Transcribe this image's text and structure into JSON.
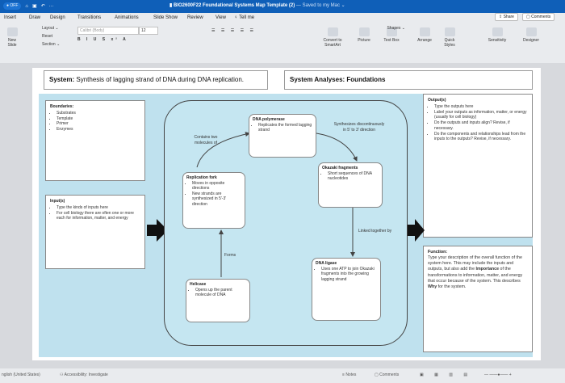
{
  "window": {
    "autosave_label": "OFF",
    "title": "BIO2600F22 Foundational Systems Map Template (2)",
    "saved_status": "Saved to my Mac"
  },
  "ribbon": {
    "tabs": [
      "Insert",
      "Draw",
      "Design",
      "Transitions",
      "Animations",
      "Slide Show",
      "Review",
      "View"
    ],
    "tell_me": "Tell me",
    "share": "Share",
    "comments": "Comments",
    "layout": "Layout",
    "reset": "Reset",
    "new_slide": "New Slide",
    "section": "Section",
    "font_name_placeholder": "Calibri (Body)",
    "font_size": "12",
    "convert_to_smartart": "Convert to SmartArt",
    "picture": "Picture",
    "text_box": "Text Box",
    "shapes": "Shapes",
    "arrange": "Arrange",
    "quick_styles": "Quick Styles",
    "sensitivity": "Sensitivity",
    "designer": "Designer"
  },
  "slide": {
    "system_label": "System:",
    "system_title": "Synthesis of lagging strand of DNA during DNA replication.",
    "analyses_title": "System Analyses: Foundations",
    "boundaries": {
      "title": "Boundaries:",
      "items": [
        "Substrates",
        "Template",
        "Primer",
        "Enzymes"
      ]
    },
    "inputs": {
      "title": "Input(s)",
      "items": [
        "Type the kinds of inputs here",
        "For cell biology there are often one or more each for information, matter, and energy"
      ]
    },
    "outputs": {
      "title": "Output(s)",
      "items": [
        "Type the outputs here",
        "Label your outputs as information, matter, or energy (usually for cell biology)",
        "Do the outputs and inputs align? Revise, if necessary.",
        "Do the components and relationships lead from the inputs to the outputs? Revise, if necessary."
      ]
    },
    "function": {
      "title": "Function:",
      "line1": "Type your description of the overall function of the system here. This may include the inputs and outputs, but also add the ",
      "bold1": "Importance",
      "line2": " of the transformations to information, matter, and energy that occur because of the system. This describes ",
      "bold2": "Why",
      "line3": " for the system."
    },
    "processes": {
      "dna_polymerase": {
        "title": "DNA polymerase",
        "items": [
          "Replicates the formed lagging strand"
        ]
      },
      "replication_fork": {
        "title": "Replication fork",
        "items": [
          "Moves in opposite directions",
          "New strands are synthesized in 5'-3' direction"
        ]
      },
      "okazaki": {
        "title": "Okazaki fragments",
        "items": [
          "Short sequences of DNA nucleotides"
        ]
      },
      "helicase": {
        "title": "Helicase",
        "items": [
          "Opens up the parent molecule of DNA"
        ]
      },
      "dna_ligase": {
        "title": "DNA ligase",
        "items": [
          "Uses one ATP to join Okazaki fragments into the growing lagging strand"
        ]
      }
    },
    "labels": {
      "contains": "Contains two molecules of",
      "synthesizes": "Synthesizes discontinuously in 5' to 3' direction",
      "forms": "Forms",
      "linked": "Linked together by"
    }
  },
  "statusbar": {
    "language": "nglish (United States)",
    "accessibility": "Accessibility: Investigate",
    "notes": "Notes",
    "comments": "Comments"
  }
}
